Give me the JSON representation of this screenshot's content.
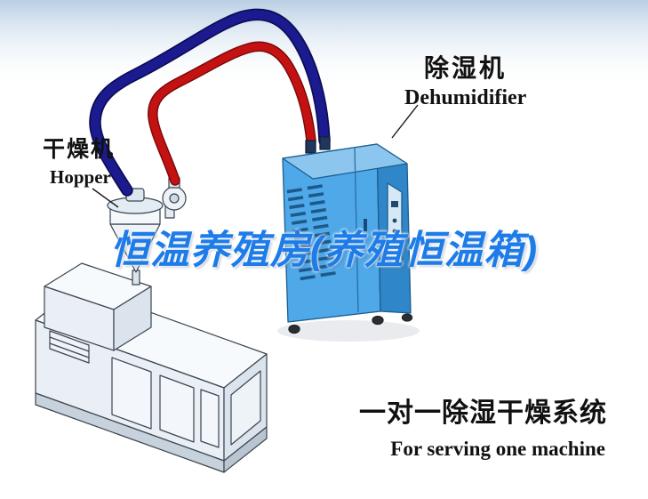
{
  "labels": {
    "dehumidifier_cn": "除湿机",
    "dehumidifier_en": "Dehumidifier",
    "hopper_cn": "干燥机",
    "hopper_en": "Hopper",
    "watermark": "恒温养殖房(养殖恒温箱)",
    "caption_cn": "一对一除湿干燥系统",
    "caption_en": "For serving one machine"
  },
  "colors": {
    "sky_top": "#b9cfe4",
    "pipe_hot": "#c41212",
    "pipe_cold": "#1b1b8f",
    "cabinet_front": "#4fa8e8",
    "cabinet_side": "#2f86c8",
    "cabinet_top": "#8cc6ee",
    "watermark_blue": "#1e7ce8",
    "text": "#111111"
  },
  "diagram": {
    "scene": "one-to-one dehumidifying and drying system",
    "parts": [
      "dehumidifier-unit",
      "dryer-hopper",
      "extruder-machine",
      "hot-air-pipe",
      "cold-air-pipe"
    ]
  }
}
